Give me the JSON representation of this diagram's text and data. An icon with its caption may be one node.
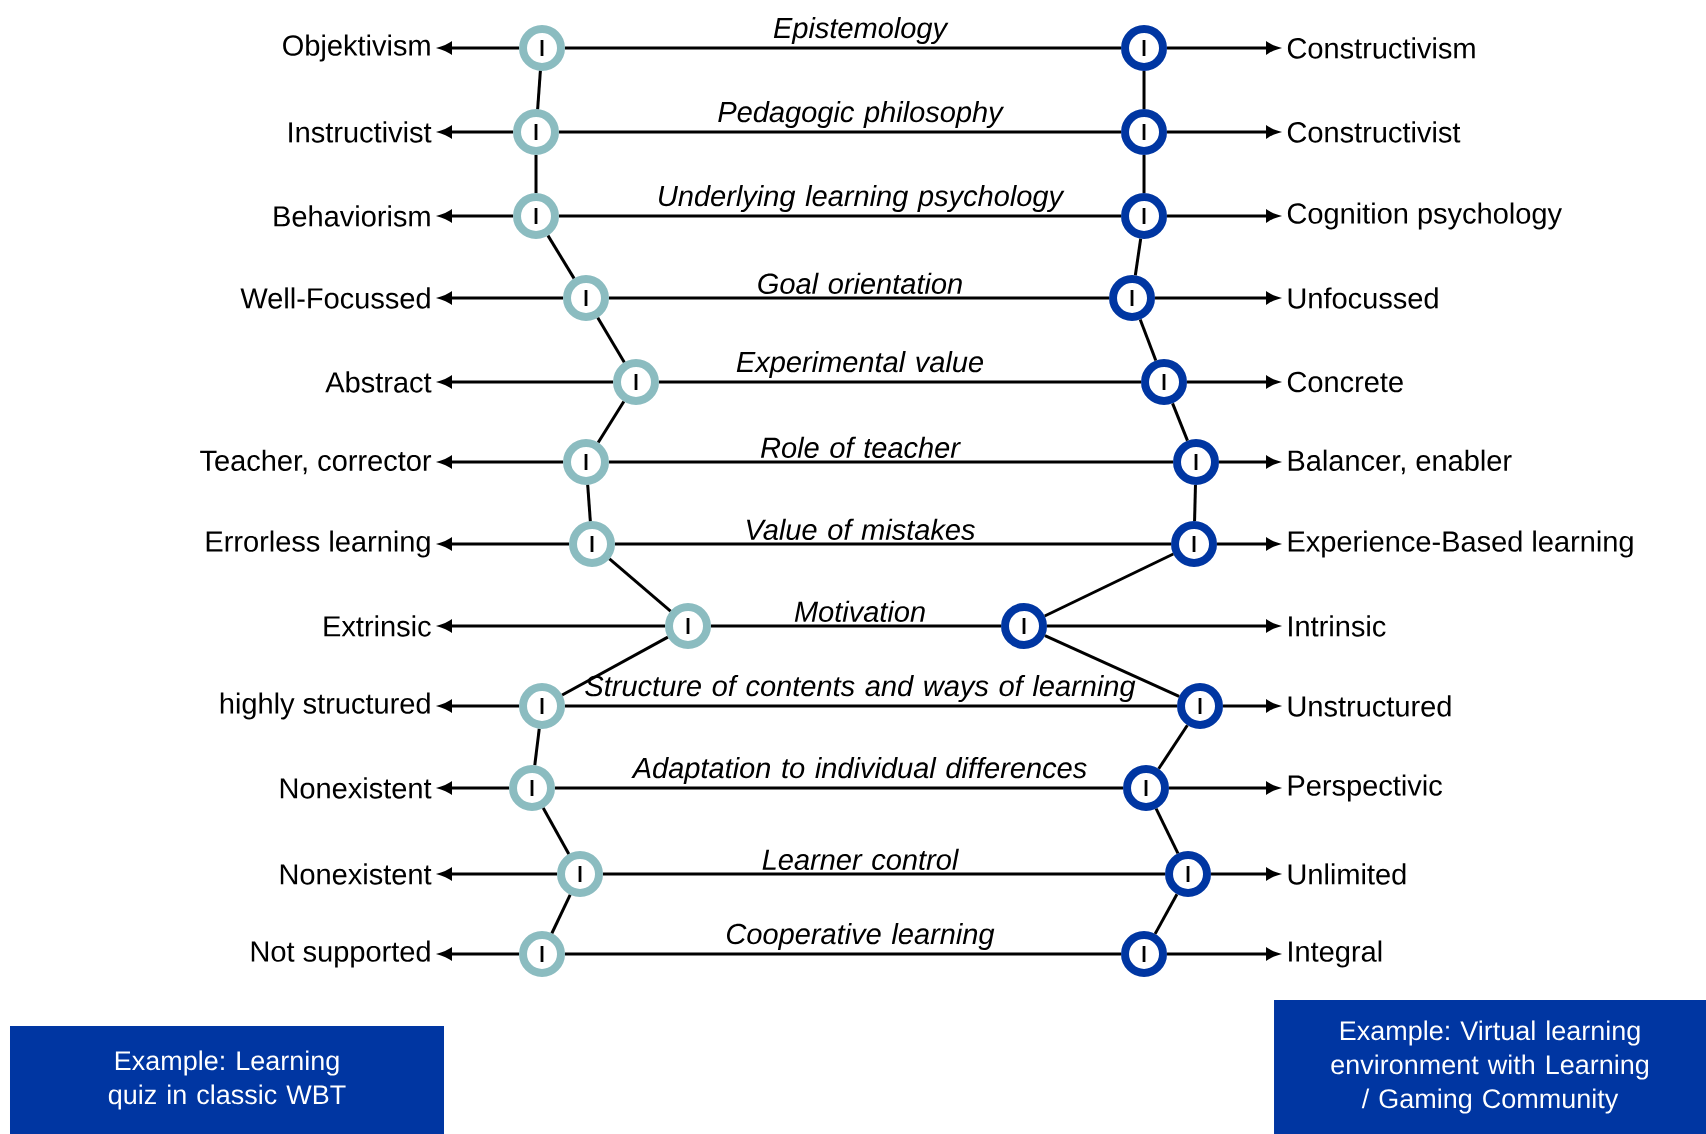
{
  "diagram": {
    "nodes": [
      {
        "text": [
          "Objektivism"
        ]
      },
      {
        "text": [],
        "shape": "circle"
      },
      {
        "text": [],
        "shape": "circle"
      },
      {
        "text": [
          "Constructivism"
        ]
      },
      {
        "text": [
          "Instructivist"
        ]
      },
      {
        "text": [],
        "shape": "circle"
      },
      {
        "text": [],
        "shape": "circle"
      },
      {
        "text": [
          "Constructivist"
        ]
      },
      {
        "text": [
          "Behaviorism"
        ]
      },
      {
        "text": [],
        "shape": "circle"
      },
      {
        "text": [],
        "shape": "circle"
      },
      {
        "text": [
          "Cognition psychology"
        ]
      },
      {
        "text": [
          "Well-Focussed"
        ]
      },
      {
        "text": [],
        "shape": "circle"
      },
      {
        "text": [],
        "shape": "circle"
      },
      {
        "text": [
          "Unfocussed"
        ]
      },
      {
        "text": [
          "Abstract"
        ]
      },
      {
        "text": [],
        "shape": "circle"
      },
      {
        "text": [],
        "shape": "circle"
      },
      {
        "text": [
          "Concrete"
        ]
      },
      {
        "text": [
          "Teacher, corrector"
        ]
      },
      {
        "text": [],
        "shape": "circle"
      },
      {
        "text": [],
        "shape": "circle"
      },
      {
        "text": [
          "Balancer, enabler"
        ]
      },
      {
        "text": [
          "Errorless learning"
        ]
      },
      {
        "text": [],
        "shape": "circle"
      },
      {
        "text": [],
        "shape": "circle"
      },
      {
        "text": [
          "Experience-Based learning"
        ]
      },
      {
        "text": [
          "Extrinsic"
        ]
      },
      {
        "text": [],
        "shape": "circle"
      },
      {
        "text": [],
        "shape": "circle"
      },
      {
        "text": [
          "Intrinsic"
        ]
      },
      {
        "text": [
          "highly structured"
        ]
      },
      {
        "text": [],
        "shape": "circle"
      },
      {
        "text": [],
        "shape": "circle"
      },
      {
        "text": [
          "Unstructured"
        ]
      },
      {
        "text": [
          "Nonexistent"
        ]
      },
      {
        "text": [],
        "shape": "circle"
      },
      {
        "text": [],
        "shape": "circle"
      },
      {
        "text": [
          "Perspectivic"
        ]
      },
      {
        "text": [
          "Nonexistent"
        ]
      },
      {
        "text": [],
        "shape": "circle"
      },
      {
        "text": [],
        "shape": "circle"
      },
      {
        "text": [
          "Unlimited"
        ]
      },
      {
        "text": [
          "Not supported"
        ]
      },
      {
        "text": [],
        "shape": "circle"
      },
      {
        "text": [],
        "shape": "circle"
      },
      {
        "text": [
          "Integral"
        ]
      },
      {
        "text": [
          "Example: Learning quiz in classic WBT"
        ]
      },
      {
        "text": [
          "Example: Virtual learning environment with Learning / Gaming Community"
        ]
      }
    ],
    "edges": [
      {
        "from": 1,
        "to": 0,
        "arrow": "to"
      },
      {
        "from": 1,
        "to": 2,
        "arrow": "none",
        "label": "Epistemology"
      },
      {
        "from": 2,
        "to": 3,
        "arrow": "to"
      },
      {
        "from": 5,
        "to": 4,
        "arrow": "to"
      },
      {
        "from": 5,
        "to": 6,
        "arrow": "none",
        "label": "Pedagogic philosophy"
      },
      {
        "from": 6,
        "to": 7,
        "arrow": "to"
      },
      {
        "from": 9,
        "to": 8,
        "arrow": "to"
      },
      {
        "from": 9,
        "to": 10,
        "arrow": "none",
        "label": "Underlying learning psychology"
      },
      {
        "from": 10,
        "to": 11,
        "arrow": "to"
      },
      {
        "from": 13,
        "to": 12,
        "arrow": "to"
      },
      {
        "from": 13,
        "to": 14,
        "arrow": "none",
        "label": "Goal orientation"
      },
      {
        "from": 14,
        "to": 15,
        "arrow": "to"
      },
      {
        "from": 17,
        "to": 16,
        "arrow": "to"
      },
      {
        "from": 17,
        "to": 18,
        "arrow": "none",
        "label": "Experimental value"
      },
      {
        "from": 18,
        "to": 19,
        "arrow": "to"
      },
      {
        "from": 21,
        "to": 20,
        "arrow": "to"
      },
      {
        "from": 21,
        "to": 22,
        "arrow": "none",
        "label": "Role of teacher"
      },
      {
        "from": 22,
        "to": 23,
        "arrow": "to"
      },
      {
        "from": 25,
        "to": 24,
        "arrow": "to"
      },
      {
        "from": 25,
        "to": 26,
        "arrow": "none",
        "label": "Value of mistakes"
      },
      {
        "from": 26,
        "to": 27,
        "arrow": "to"
      },
      {
        "from": 29,
        "to": 28,
        "arrow": "to"
      },
      {
        "from": 29,
        "to": 30,
        "arrow": "none",
        "label": "Motivation"
      },
      {
        "from": 30,
        "to": 31,
        "arrow": "to"
      },
      {
        "from": 33,
        "to": 32,
        "arrow": "to"
      },
      {
        "from": 33,
        "to": 34,
        "arrow": "none",
        "label": "Structure of contents and ways of learning"
      },
      {
        "from": 34,
        "to": 35,
        "arrow": "to"
      },
      {
        "from": 37,
        "to": 36,
        "arrow": "to"
      },
      {
        "from": 37,
        "to": 38,
        "arrow": "none",
        "label": "Adaptation to individual differences"
      },
      {
        "from": 38,
        "to": 39,
        "arrow": "to"
      },
      {
        "from": 41,
        "to": 40,
        "arrow": "to"
      },
      {
        "from": 41,
        "to": 42,
        "arrow": "none",
        "label": "Learner control"
      },
      {
        "from": 42,
        "to": 43,
        "arrow": "to"
      },
      {
        "from": 45,
        "to": 44,
        "arrow": "to"
      },
      {
        "from": 45,
        "to": 46,
        "arrow": "none",
        "label": "Cooperative learning"
      },
      {
        "from": 46,
        "to": 47,
        "arrow": "to"
      },
      {
        "from": 1,
        "to": 5,
        "arrow": "none"
      },
      {
        "from": 5,
        "to": 9,
        "arrow": "none"
      },
      {
        "from": 9,
        "to": 13,
        "arrow": "none"
      },
      {
        "from": 13,
        "to": 17,
        "arrow": "none"
      },
      {
        "from": 17,
        "to": 21,
        "arrow": "none"
      },
      {
        "from": 21,
        "to": 25,
        "arrow": "none"
      },
      {
        "from": 25,
        "to": 29,
        "arrow": "none"
      },
      {
        "from": 29,
        "to": 33,
        "arrow": "none"
      },
      {
        "from": 33,
        "to": 37,
        "arrow": "none"
      },
      {
        "from": 37,
        "to": 41,
        "arrow": "none"
      },
      {
        "from": 41,
        "to": 45,
        "arrow": "none"
      },
      {
        "from": 2,
        "to": 6,
        "arrow": "none"
      },
      {
        "from": 6,
        "to": 10,
        "arrow": "none"
      },
      {
        "from": 10,
        "to": 14,
        "arrow": "none"
      },
      {
        "from": 14,
        "to": 18,
        "arrow": "none"
      },
      {
        "from": 18,
        "to": 22,
        "arrow": "none"
      },
      {
        "from": 22,
        "to": 26,
        "arrow": "none"
      },
      {
        "from": 26,
        "to": 30,
        "arrow": "none"
      },
      {
        "from": 30,
        "to": 34,
        "arrow": "none"
      },
      {
        "from": 34,
        "to": 38,
        "arrow": "none"
      },
      {
        "from": 38,
        "to": 42,
        "arrow": "none"
      },
      {
        "from": 42,
        "to": 46,
        "arrow": "none"
      }
    ]
  }
}
